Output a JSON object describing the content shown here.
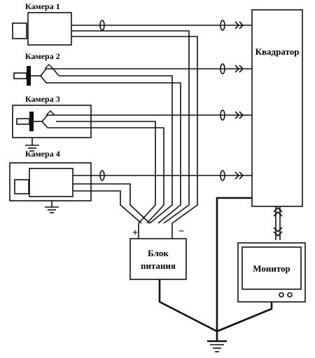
{
  "cameras": [
    {
      "label": "Камера 1"
    },
    {
      "label": "Камера 2"
    },
    {
      "label": "Камера 3"
    },
    {
      "label": "Камера 4"
    }
  ],
  "quad": {
    "label": "Квадратор"
  },
  "power": {
    "line1": "Блок",
    "line2": "питания",
    "plus": "+",
    "minus": "−"
  },
  "monitor": {
    "label": "Монитор"
  },
  "icons": [
    "camera-icon",
    "ground-icon",
    "ferrite-ring-icon",
    "connector-arrow-icon"
  ]
}
